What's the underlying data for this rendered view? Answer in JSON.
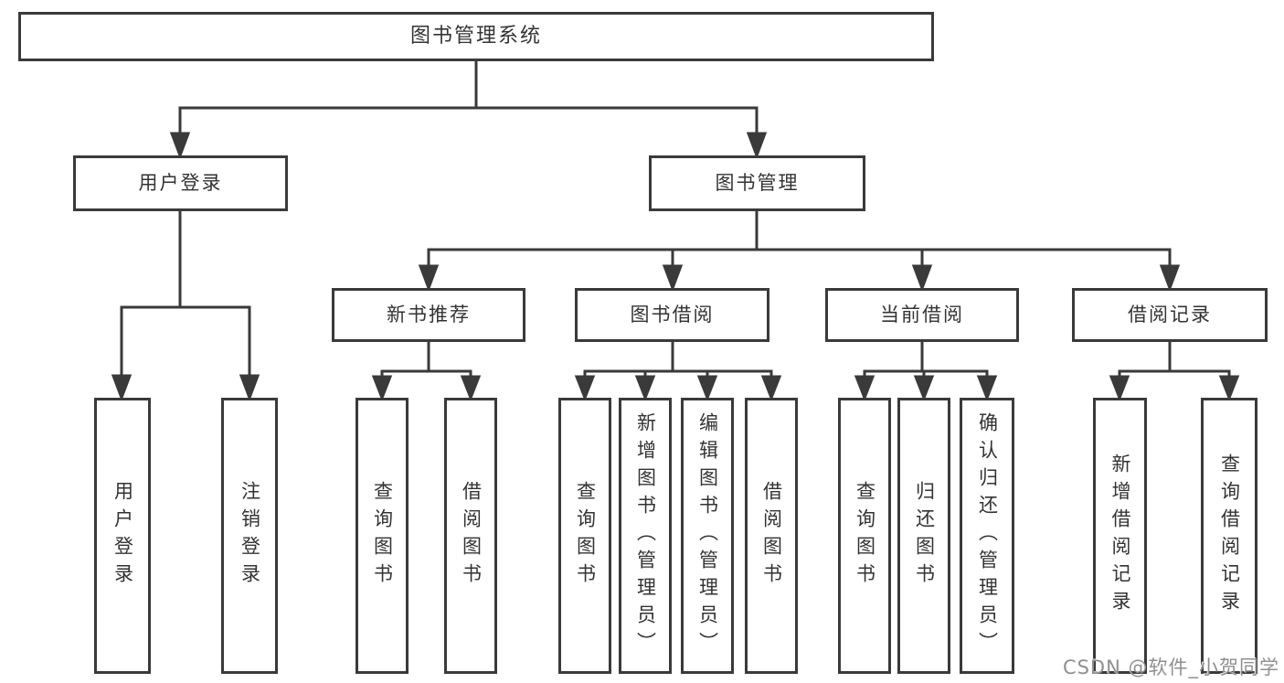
{
  "diagram": {
    "type": "hierarchy-tree",
    "root": {
      "label": "图书管理系统",
      "children": [
        {
          "label": "用户登录",
          "children": [
            {
              "label": "用户登录"
            },
            {
              "label": "注销登录"
            }
          ]
        },
        {
          "label": "图书管理",
          "children": [
            {
              "label": "新书推荐",
              "children": [
                {
                  "label": "查询图书"
                },
                {
                  "label": "借阅图书"
                }
              ]
            },
            {
              "label": "图书借阅",
              "children": [
                {
                  "label": "查询图书"
                },
                {
                  "label": "新增图书（管理员）"
                },
                {
                  "label": "编辑图书（管理员）"
                },
                {
                  "label": "借阅图书"
                }
              ]
            },
            {
              "label": "当前借阅",
              "children": [
                {
                  "label": "查询图书"
                },
                {
                  "label": "归还图书"
                },
                {
                  "label": "确认归还（管理员）"
                }
              ]
            },
            {
              "label": "借阅记录",
              "children": [
                {
                  "label": "新增借阅记录"
                },
                {
                  "label": "查询借阅记录"
                }
              ]
            }
          ]
        }
      ]
    }
  },
  "colors": {
    "line": "#3a3a3a",
    "text": "#333333",
    "background": "#ffffff",
    "watermark": "#8f8f8f"
  },
  "watermark": {
    "text": "CSDN @软件_小贺同学"
  }
}
